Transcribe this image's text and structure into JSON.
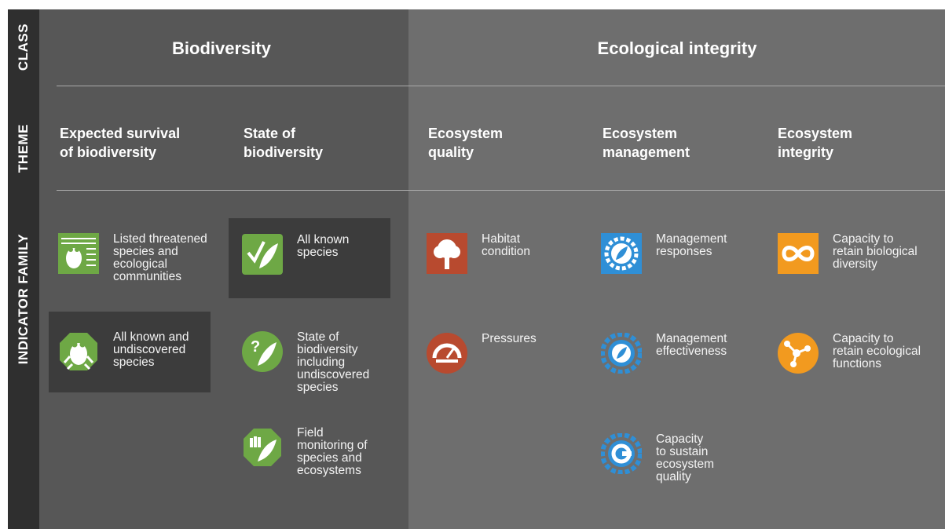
{
  "row_labels": {
    "class": "CLASS",
    "theme": "THEME",
    "indicator_family": "INDICATOR FAMILY"
  },
  "classes": {
    "biodiversity": "Biodiversity",
    "ecological_integrity": "Ecological integrity"
  },
  "themes": {
    "expected_survival": "Expected survival\nof biodiversity",
    "state_of_biodiversity": "State of\nbiodiversity",
    "ecosystem_quality": "Ecosystem\nquality",
    "ecosystem_management": "Ecosystem\nmanagement",
    "ecosystem_integrity": "Ecosystem\nintegrity"
  },
  "indicators": {
    "listed_threatened": "Listed threatened\nspecies and\necological\ncommunities",
    "all_known_undiscovered": "All known and\nundiscovered\nspecies",
    "all_known": "All known\nspecies",
    "state_incl_undiscovered": "State of\nbiodiversity\nincluding\nundiscovered\nspecies",
    "field_monitoring": "Field\nmonitoring of\nspecies and\necosystems",
    "habitat_condition": "Habitat\ncondition",
    "pressures": "Pressures",
    "management_responses": "Management\nresponses",
    "management_effectiveness": "Management\neffectiveness",
    "capacity_sustain": "Capacity\nto sustain\necosystem\nquality",
    "capacity_biological": "Capacity to\nretain biological\ndiversity",
    "capacity_ecological": "Capacity to\nretain ecological\nfunctions"
  },
  "colors": {
    "rail": "#2f2f2f",
    "biodiversity_panel": "#575757",
    "ecological_panel": "#6e6e6e",
    "highlight_box": "#3c3c3c",
    "green": "#6ea845",
    "red": "#b84a2f",
    "blue": "#2f8fd6",
    "orange": "#f29a1f"
  },
  "icons": {
    "listed_threatened": "frog-list-icon",
    "all_known_undiscovered": "frog-icon",
    "all_known": "leaf-bird-check-icon",
    "state_incl_undiscovered": "leaf-bird-question-icon",
    "field_monitoring": "hand-leaf-icon",
    "habitat_condition": "tree-icon",
    "pressures": "gauge-icon",
    "management_responses": "gear-leaf-icon",
    "management_effectiveness": "gear-leaf-swirl-icon",
    "capacity_sustain": "gear-plug-icon",
    "capacity_biological": "infinity-icon",
    "capacity_ecological": "network-nodes-icon"
  }
}
